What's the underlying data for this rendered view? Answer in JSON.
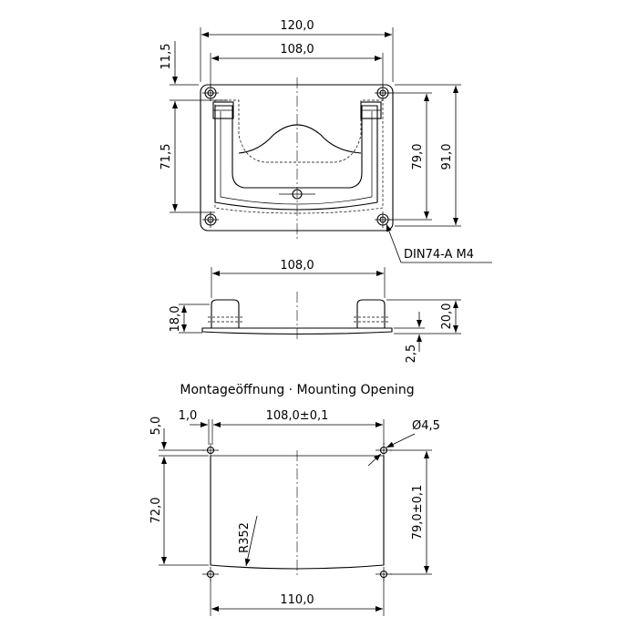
{
  "top_view": {
    "dim_overall_width": "120,0",
    "dim_hole_spacing": "108,0",
    "dim_top_offset": "11,5",
    "dim_left_height": "71,5",
    "dim_hole_height": "79,0",
    "dim_overall_height": "91,0",
    "screw_callout": "DIN74-A M4"
  },
  "side_view": {
    "dim_width": "108,0",
    "dim_height_left": "18,0",
    "dim_height_right": "20,0",
    "dim_plate": "2,5"
  },
  "mounting_opening": {
    "title": "Montageöffnung · Mounting Opening",
    "dim_edge": "1,0",
    "dim_hole_spacing": "108,0±0,1",
    "dim_hole_diameter": "Ø4,5",
    "dim_top": "5,0",
    "dim_height": "72,0",
    "dim_hole_height": "79,0±0,1",
    "dim_radius": "R352",
    "dim_width": "110,0"
  }
}
